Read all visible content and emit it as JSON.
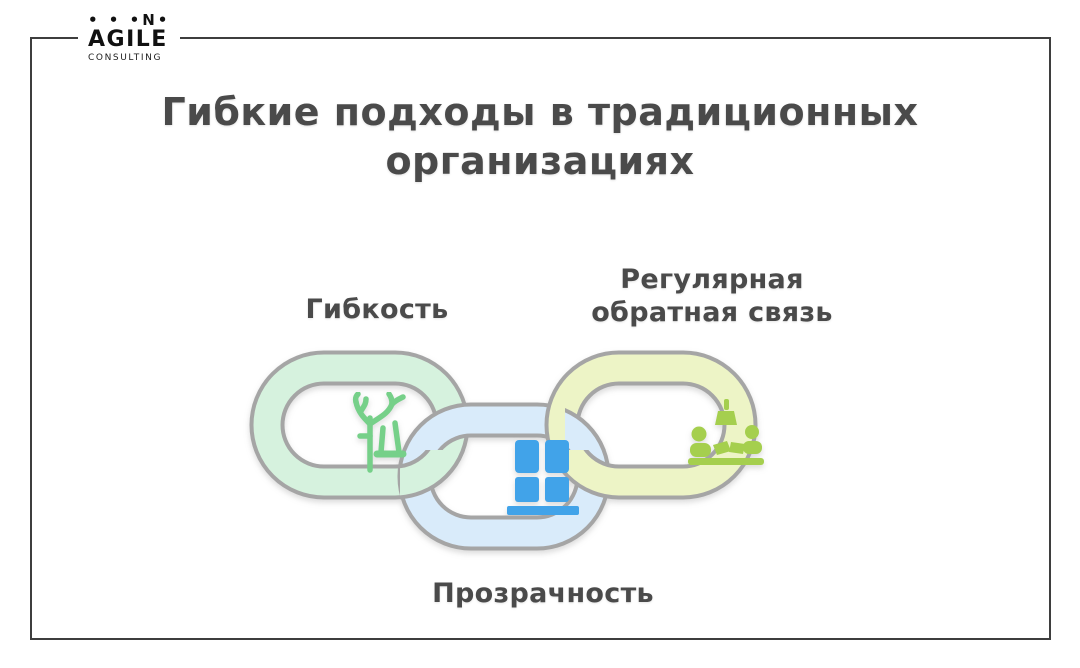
{
  "logo": {
    "dots": "• • •N•",
    "name": "AGILE",
    "subtitle": "CONSULTING"
  },
  "title": {
    "line1": "Гибкие подходы в традиционных",
    "line2": "организациях"
  },
  "diagram": {
    "description": "Three interlocked chain links",
    "outline_color": "#a5a5a5",
    "links": [
      {
        "id": "flexibility",
        "label": "Гибкость",
        "fill": "#d6f2de",
        "icon": "tree-swing-icon",
        "icon_color": "#76d089"
      },
      {
        "id": "transparency",
        "label": "Прозрачность",
        "fill": "#d9ebfa",
        "icon": "window-icon",
        "icon_color": "#41a3e9"
      },
      {
        "id": "feedback",
        "label": "Регулярная обратная связь",
        "label_line1": "Регулярная",
        "label_line2": "обратная связь",
        "fill": "#edf4c6",
        "icon": "people-meeting-icon",
        "icon_color": "#a5cf4e"
      }
    ]
  },
  "colors": {
    "text": "#4a4a4a",
    "frame_border": "#3e3e3e",
    "logo_text": "#111111"
  }
}
